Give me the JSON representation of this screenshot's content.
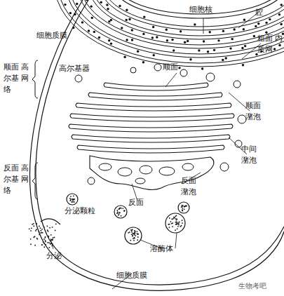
{
  "diagram": {
    "nodes": [
      {
        "text": [
          "细胞核"
        ]
      }
    ],
    "labels": [
      "腔",
      "粗面 内质网",
      "细胞质膜",
      "顺面 高尔基 网络",
      "高尔基器",
      "顺面",
      "顺面 潴泡",
      "中间 潴泡",
      "反面 高尔基 网络",
      "反面 潴泡",
      "分泌颗粒",
      "反面",
      "溶酶体",
      "分泌",
      "细胞质膜",
      "生物考吧"
    ]
  }
}
